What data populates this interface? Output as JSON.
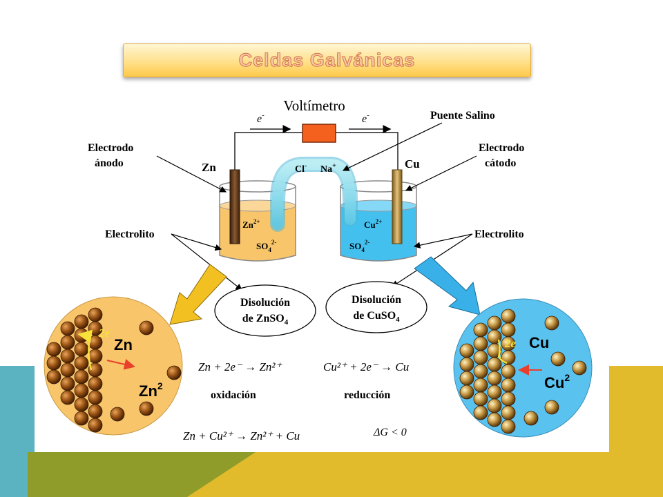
{
  "slide": {
    "title": "Celdas Galvánicas",
    "colors": {
      "teal": "#5bb3c1",
      "gold": "#e2bb2c",
      "olive": "#8f9c2a",
      "zinc_solution": "#f8c56b",
      "copper_solution": "#44c0ef",
      "voltmeter": "#f4601e"
    }
  },
  "cell": {
    "voltmeter_label": "Voltímetro",
    "electron_left": "e",
    "electron_right": "e",
    "electron_charge": "-",
    "salt_bridge_label": "Puente Salino",
    "anode_label_line1": "Electrodo",
    "anode_label_line2": "ánodo",
    "cathode_label_line1": "Electrodo",
    "cathode_label_line2": "cátodo",
    "zinc_label": "Zn",
    "copper_label": "Cu",
    "chloride_ion": "Cl",
    "chloride_charge": "-",
    "sodium_ion": "Na",
    "sodium_charge": "+",
    "electrolyte_left": "Electrolito",
    "electrolyte_right": "Electrolito",
    "zn_ion": "Zn",
    "zn_ion_charge": "2+",
    "cu_ion": "Cu",
    "cu_ion_charge": "2+",
    "sulfate_left": "SO",
    "sulfate_right": "SO",
    "sulfate_sub": "4",
    "sulfate_charge": "2-",
    "dissolution_left_line1": "Disolución",
    "dissolution_left_line2": "de ZnSO",
    "dissolution_right_line1": "Disolución",
    "dissolution_right_line2": "de CuSO",
    "dissolution_sub": "4"
  },
  "zoom": {
    "left_electrons": "2e",
    "left_metal": "Zn",
    "left_ion": "Zn",
    "left_ion_charge": "2",
    "right_electrons": "2e",
    "right_metal": "Cu",
    "right_ion": "Cu",
    "right_ion_charge": "2"
  },
  "equations": {
    "oxidation": "Zn + 2e⁻ → Zn²⁺",
    "reduction": "Cu²⁺ + 2e⁻ → Cu",
    "oxidation_label": "oxidación",
    "reduction_label": "reducción",
    "overall": "Zn + Cu²⁺ → Zn²⁺ + Cu",
    "free_energy": "ΔG < 0"
  }
}
